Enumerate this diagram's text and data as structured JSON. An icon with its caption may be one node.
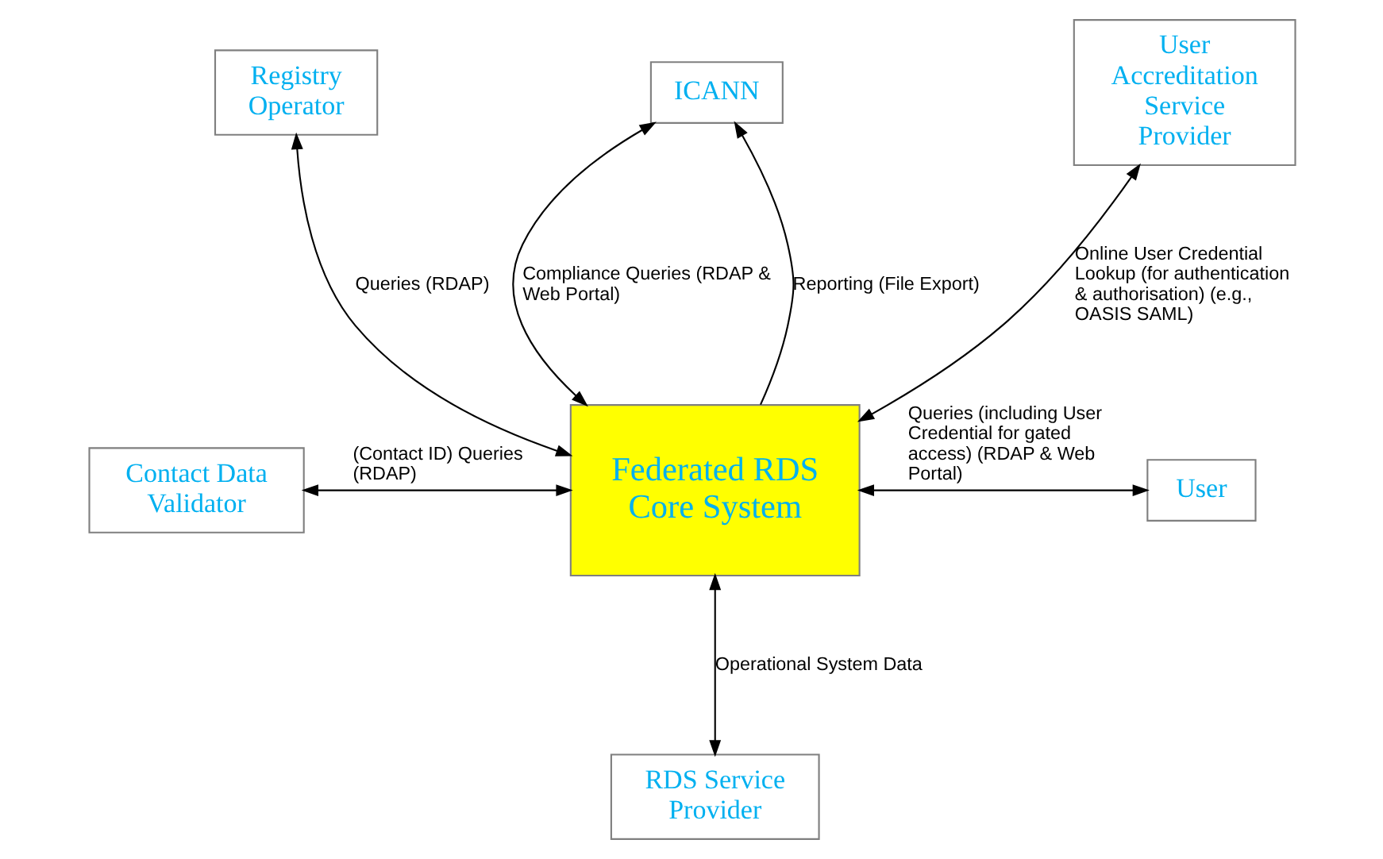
{
  "diagram": {
    "nodes": [
      {
        "text": [
          "Registry Operator"
        ]
      },
      {
        "text": [
          "ICANN"
        ]
      },
      {
        "text": [
          "User Accreditation Service Provider"
        ]
      },
      {
        "text": [
          "Contact Data Validator"
        ]
      },
      {
        "text": [
          "Federated RDS Core System"
        ]
      },
      {
        "text": [
          "User"
        ]
      },
      {
        "text": [
          "RDS Service Provider"
        ]
      }
    ],
    "edges": [
      {
        "from": 0,
        "to": 4,
        "arrow": "both",
        "label": "Queries (RDAP)"
      },
      {
        "from": 1,
        "to": 4,
        "arrow": "both",
        "label": "Compliance Queries (RDAP & Web Portal)"
      },
      {
        "from": 4,
        "to": 1,
        "arrow": "to",
        "label": "Reporting (File Export)"
      },
      {
        "from": 2,
        "to": 4,
        "arrow": "both",
        "label": "Online User Credential Lookup (for authentication & authorisation) (e.g., OASIS SAML)"
      },
      {
        "from": 3,
        "to": 4,
        "arrow": "both",
        "label": "(Contact ID) Queries (RDAP)"
      },
      {
        "from": 4,
        "to": 5,
        "arrow": "both",
        "label": "Queries (including User Credential for gated access) (RDAP & Web Portal)"
      },
      {
        "from": 4,
        "to": 6,
        "arrow": "both",
        "label": "Operational System Data"
      }
    ]
  }
}
